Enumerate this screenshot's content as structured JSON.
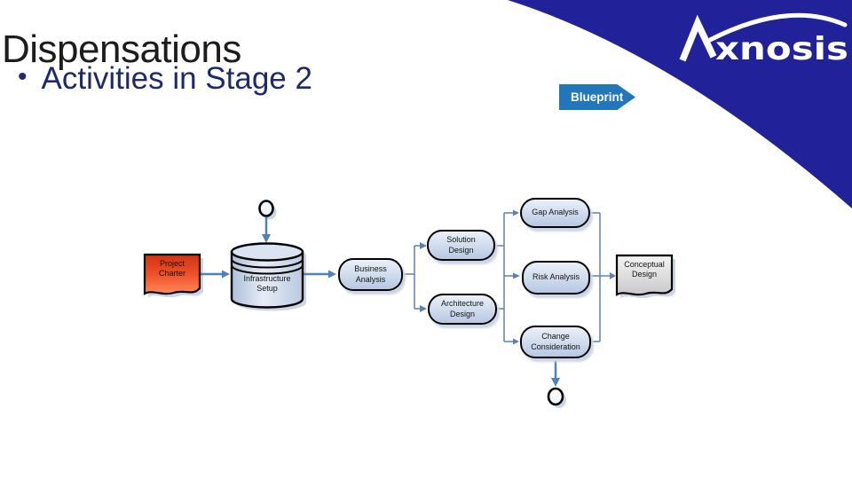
{
  "slide": {
    "title": "Dispensations",
    "bullet_marker": "•",
    "bullet_text": "Activities in Stage 2",
    "stage_tag": "Blueprint"
  },
  "logo": {
    "brand": "Axnosis",
    "wordmark_rest": "xnosis"
  },
  "colors": {
    "brand_navy": "#212299",
    "tag_blue": "#2277bb",
    "bullet_navy": "#1d2a70",
    "connector_blue": "#4f81bd",
    "node_fill_top": "#eaf0f8",
    "node_fill_bottom": "#b7c8e2",
    "charter_red_top": "#d23212",
    "charter_red_bottom": "#ff8a5a",
    "document_gray": "#c9c9cb",
    "shadow_blue": "#ccd6e6"
  },
  "flowchart": {
    "nodes": {
      "project_charter": "Project\nCharter",
      "infrastructure_setup": "Infrastructure\nSetup",
      "business_analysis": "Business\nAnalysis",
      "solution_design": "Solution\nDesign",
      "architecture_design": "Architecture\nDesign",
      "gap_analysis": "Gap Analysis",
      "risk_analysis": "Risk Analysis",
      "change_consideration": "Change\nConsideration",
      "conceptual_design": "Conceptual\nDesign"
    }
  }
}
